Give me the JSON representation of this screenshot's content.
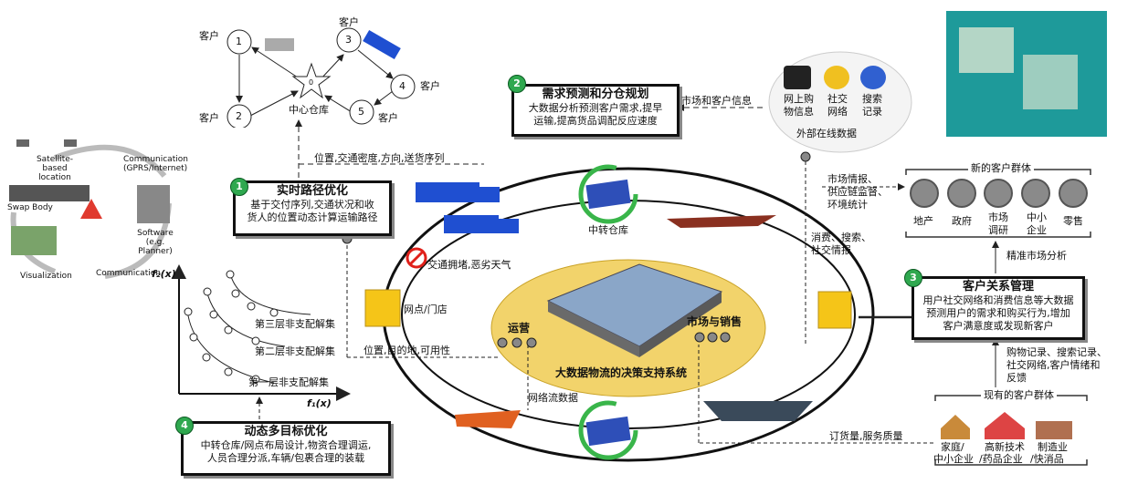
{
  "route": {
    "nodes": [
      "0",
      "1",
      "2",
      "3",
      "4",
      "5"
    ],
    "customer_label": "客户",
    "depot_label": "中心仓库"
  },
  "box1": {
    "num": "1",
    "title": "实时路径优化",
    "lines": [
      "基于交付序列,交通状况和收",
      "货人的位置动态计算运输路径"
    ]
  },
  "box2": {
    "num": "2",
    "title": "需求预测和分仓规划",
    "lines": [
      "大数据分析预测客户需求,提早",
      "运输,提高货品调配反应速度"
    ]
  },
  "box3": {
    "num": "3",
    "title": "客户关系管理",
    "lines": [
      "用户社交网络和消费信息等大数据",
      "预测用户的需求和购买行为,增加",
      "客户满意度或发现新客户"
    ]
  },
  "box4": {
    "num": "4",
    "title": "动态多目标优化",
    "lines": [
      "中转仓库/网点布局设计,物资合理调运,",
      "人员合理分派,车辆/包裹合理的装载"
    ]
  },
  "labels": {
    "route_info": "位置,交通密度,方向,送货序列",
    "market_info": "市场和客户信息",
    "transfer_depot": "中转仓库",
    "traffic": "交通拥堵,恶劣天气",
    "outlet": "网点/门店",
    "ops": "运营",
    "market_sales": "市场与销售",
    "core": "大数据物流的决策支持系统",
    "pos_info": "位置,目的地,可用性",
    "netflow": "网络流数据",
    "orders": "订货量,服务质量",
    "mkt_intel": [
      "市场情报、",
      "供应链监督、",
      "环境统计"
    ],
    "consume": [
      "消费、搜索、",
      "社交情报"
    ],
    "precision": "精准市场分析",
    "purchase": [
      "购物记录、搜索记录、",
      "社交网络,客户情绪和",
      "反馈"
    ]
  },
  "online": {
    "title": "外部在线数据",
    "items": [
      [
        "网上购",
        "物信息"
      ],
      [
        "社交",
        "网络"
      ],
      [
        "搜索",
        "记录"
      ]
    ]
  },
  "new_customers": {
    "title": "新的客户群体",
    "items": [
      "地产",
      "政府",
      [
        "市场",
        "调研"
      ],
      [
        "中小",
        "企业"
      ],
      "零售"
    ]
  },
  "existing_customers": {
    "title": "现有的客户群体",
    "items": [
      [
        "家庭/",
        "中小企业"
      ],
      [
        "高新技术",
        "/药品企业"
      ],
      [
        "制造业",
        "/快消品"
      ]
    ]
  },
  "pareto": {
    "ylabel": "f₂(x)",
    "xlabel": "f₁(x)",
    "fronts": [
      "第三层非支配解集",
      "第二层非支配解集",
      "第一层非支配解集"
    ]
  },
  "left_cycle": {
    "sat": "Satellite-based location",
    "comm": "Communication (GPRS/Internet)",
    "swap": "Swap Body",
    "software": "Software (e.g. Planner)",
    "viz": "Visualization",
    "comm2": "Communication"
  },
  "colors": {
    "green": "#2fa84f",
    "ellipse": "#f2d36b",
    "truck": "#1f4fd1",
    "icon": "#8a8a8a"
  }
}
